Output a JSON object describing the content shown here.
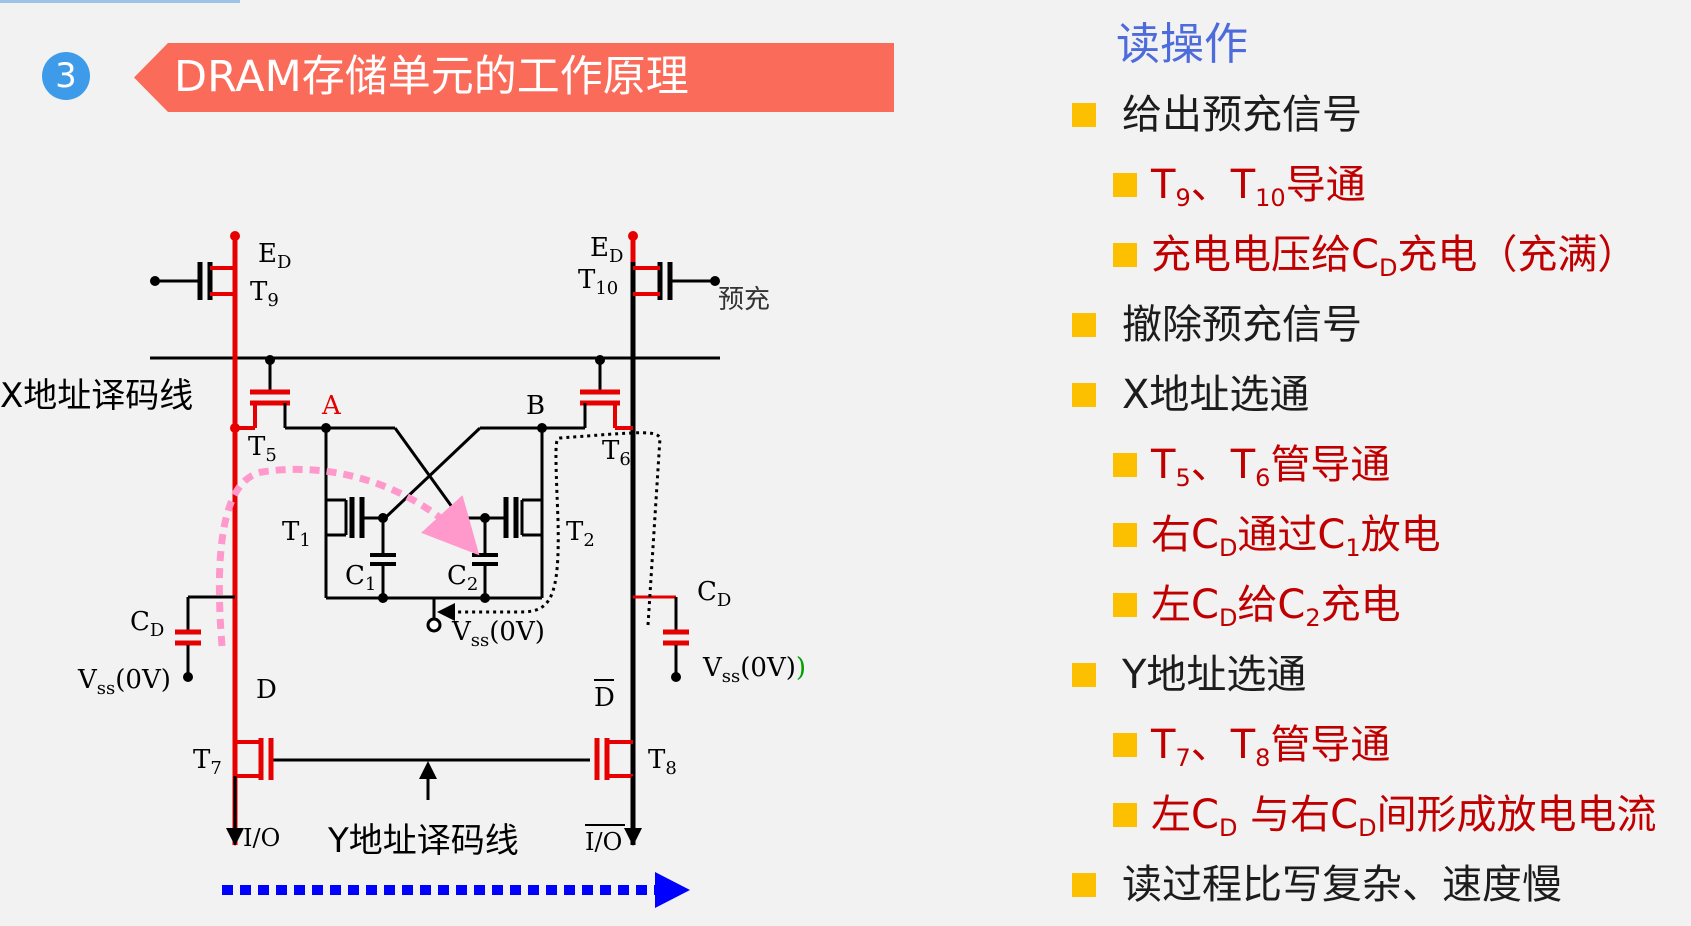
{
  "slide": {
    "section_number": "3",
    "title": "DRAM存储单元的工作原理"
  },
  "circuit": {
    "labels": {
      "ed": "E",
      "ed_sub": "D",
      "t": "T",
      "t9_sub": "9",
      "t10_sub": "10",
      "t5_sub": "5",
      "t6_sub": "6",
      "t1_sub": "1",
      "t2_sub": "2",
      "t7_sub": "7",
      "t8_sub": "8",
      "c": "C",
      "c1_sub": "1",
      "c2_sub": "2",
      "cd_sub": "D",
      "v": "V",
      "vss_sub": "ss",
      "vss_value": "(0V)",
      "vss_value_right": "(0V)",
      "vss_paren_green": ")",
      "node_a": "A",
      "node_b": "B",
      "node_d": "D",
      "node_dbar": "D",
      "precharge": "预充",
      "x_line": "X地址译码线",
      "y_line": "Y地址译码线",
      "io": "I/O",
      "io_bar": "I/O"
    },
    "colors": {
      "active": "#e60000",
      "wire": "#000000",
      "discharge_path": "#ff99cc",
      "charge_path": "#000000",
      "current_arrow": "#0000ff",
      "green_paren": "#00a000"
    }
  },
  "read_operation": {
    "heading": "读操作",
    "items": [
      {
        "level": 1,
        "parts": [
          {
            "text": "给出预充信号"
          }
        ]
      },
      {
        "level": 2,
        "parts": [
          {
            "text": "T"
          },
          {
            "text": "9",
            "sub": true
          },
          {
            "text": "、T"
          },
          {
            "text": "10",
            "sub": true
          },
          {
            "text": "导通"
          }
        ]
      },
      {
        "level": 2,
        "parts": [
          {
            "text": "充电电压给C"
          },
          {
            "text": "D",
            "sub": true
          },
          {
            "text": "充电（充满）"
          }
        ]
      },
      {
        "level": 1,
        "parts": [
          {
            "text": "撤除预充信号"
          }
        ]
      },
      {
        "level": 1,
        "parts": [
          {
            "text": "X地址选通"
          }
        ]
      },
      {
        "level": 2,
        "parts": [
          {
            "text": "T"
          },
          {
            "text": "5",
            "sub": true
          },
          {
            "text": "、T"
          },
          {
            "text": "6",
            "sub": true
          },
          {
            "text": "管导通"
          }
        ]
      },
      {
        "level": 2,
        "parts": [
          {
            "text": "右C"
          },
          {
            "text": "D",
            "sub": true
          },
          {
            "text": "通过C"
          },
          {
            "text": "1",
            "sub": true
          },
          {
            "text": "放电"
          }
        ]
      },
      {
        "level": 2,
        "parts": [
          {
            "text": "左C"
          },
          {
            "text": "D",
            "sub": true
          },
          {
            "text": "给C"
          },
          {
            "text": "2",
            "sub": true
          },
          {
            "text": "充电"
          }
        ]
      },
      {
        "level": 1,
        "parts": [
          {
            "text": "Y地址选通"
          }
        ]
      },
      {
        "level": 2,
        "parts": [
          {
            "text": "T"
          },
          {
            "text": "7",
            "sub": true
          },
          {
            "text": "、T"
          },
          {
            "text": "8",
            "sub": true
          },
          {
            "text": "管导通"
          }
        ]
      },
      {
        "level": 2,
        "parts": [
          {
            "text": "左C"
          },
          {
            "text": "D",
            "sub": true
          },
          {
            "text": " 与右C"
          },
          {
            "text": "D",
            "sub": true
          },
          {
            "text": "间形成放电电流"
          }
        ]
      },
      {
        "level": 1,
        "parts": [
          {
            "text": "读过程比写复杂、速度慢"
          }
        ]
      }
    ]
  }
}
